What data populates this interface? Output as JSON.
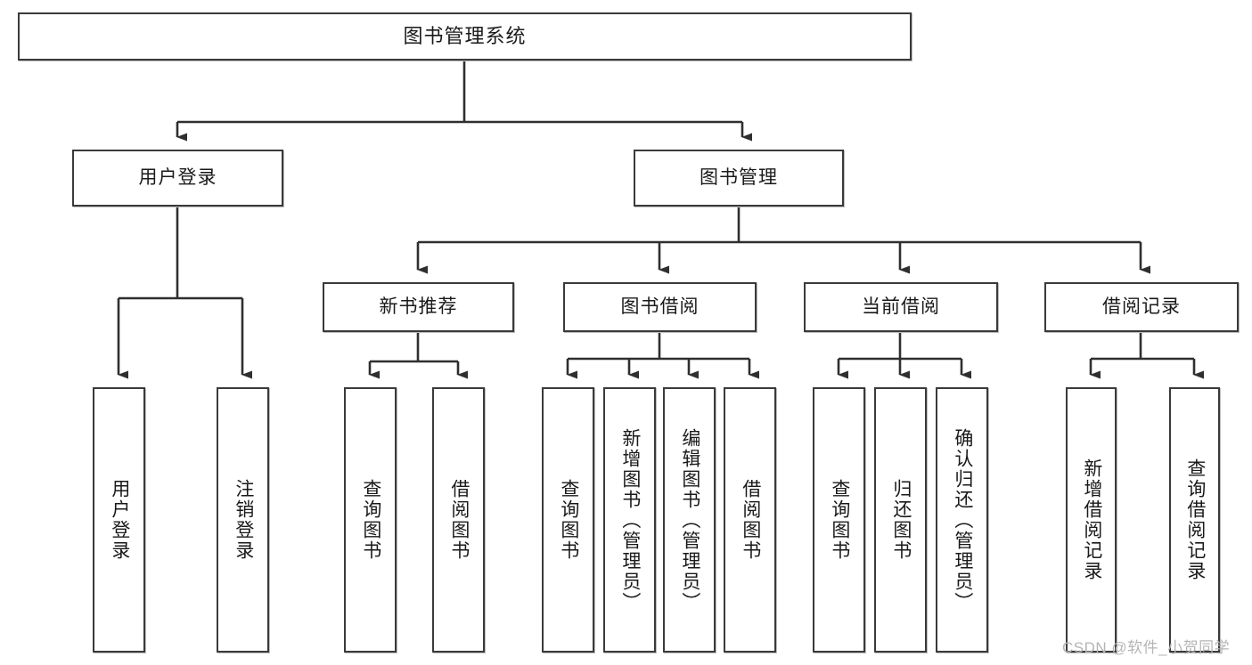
{
  "diagram": {
    "title": "图书管理系统",
    "type": "tree-hierarchy",
    "watermark": "CSDN @软件_小贺同学",
    "colors": {
      "box_border": "#3a3a3a",
      "box_fill": "#ffffff",
      "line": "#2f2f2f",
      "text": "#1a1a1a",
      "watermark": "#b5b5b5"
    }
  },
  "nodes": {
    "root": {
      "label": "图书管理系统"
    },
    "level2": [
      {
        "label": "用户登录"
      },
      {
        "label": "图书管理"
      }
    ],
    "level3": [
      {
        "label": "新书推荐"
      },
      {
        "label": "图书借阅"
      },
      {
        "label": "当前借阅"
      },
      {
        "label": "借阅记录"
      }
    ],
    "leaves": {
      "user_login": [
        {
          "label": "用户登录"
        },
        {
          "label": "注销登录"
        }
      ],
      "new_book_recommend": [
        {
          "label": "查询图书"
        },
        {
          "label": "借阅图书"
        }
      ],
      "book_borrow": [
        {
          "label": "查询图书"
        },
        {
          "label": "新增图书（管理员）"
        },
        {
          "label": "编辑图书（管理员）"
        },
        {
          "label": "借阅图书"
        }
      ],
      "current_borrow": [
        {
          "label": "查询图书"
        },
        {
          "label": "归还图书"
        },
        {
          "label": "确认归还（管理员）"
        }
      ],
      "borrow_record": [
        {
          "label": "新增借阅记录"
        },
        {
          "label": "查询借阅记录"
        }
      ]
    }
  }
}
